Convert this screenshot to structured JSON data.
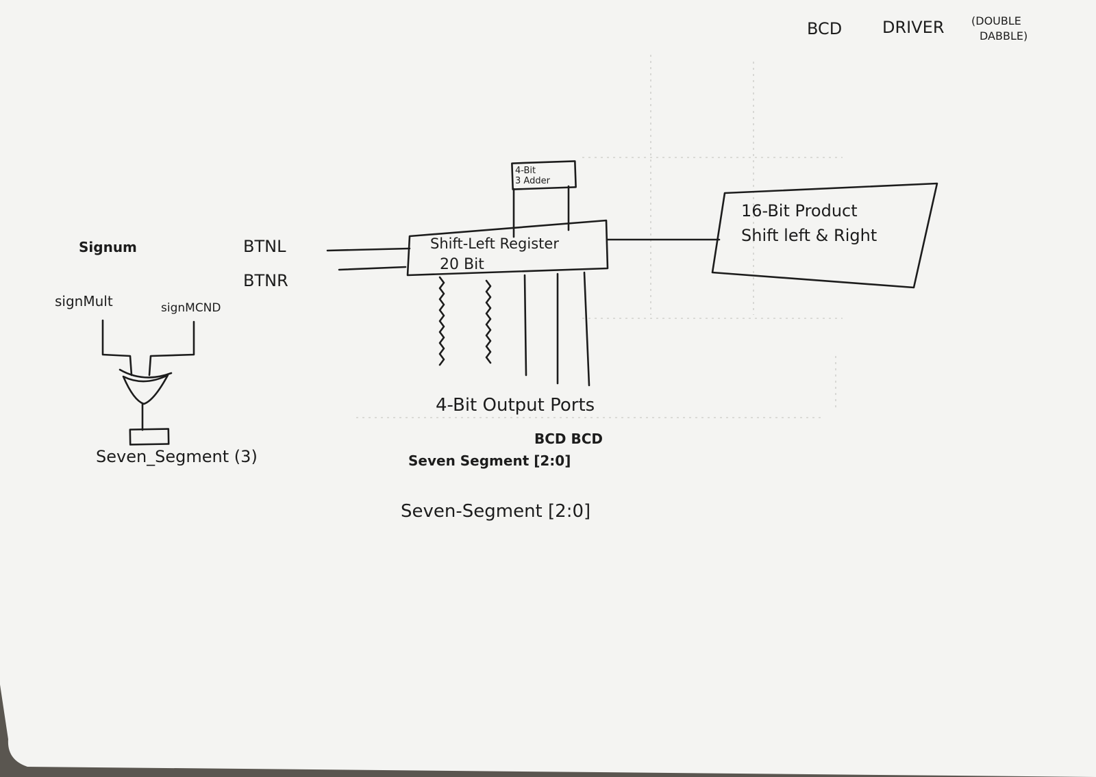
{
  "header": {
    "title_left": "BCD",
    "title_mid": "DRIVER",
    "title_note_line1": "(DOUBLE",
    "title_note_line2": "DABBLE)"
  },
  "inputs": {
    "scribble": "Signum",
    "btnl": "BTNL",
    "btnr": "BTNR",
    "sign_mult": "signMult",
    "sign_mcnd": "signMCND",
    "seven_seg_sign": "Seven_Segment (3)"
  },
  "register": {
    "line1": "Shift-Left Register",
    "line2": "20 Bit"
  },
  "adder": {
    "line1": "4-Bit",
    "line2": "3 Adder"
  },
  "product": {
    "line1": "16-Bit Product",
    "line2": "Shift left & Right"
  },
  "outputs": {
    "label": "4-Bit Output Ports",
    "scribble_bcd": "BCD BCD",
    "scribble_seg": "Seven Segment [2:0]",
    "final_label": "Seven-Segment [2:0]"
  }
}
